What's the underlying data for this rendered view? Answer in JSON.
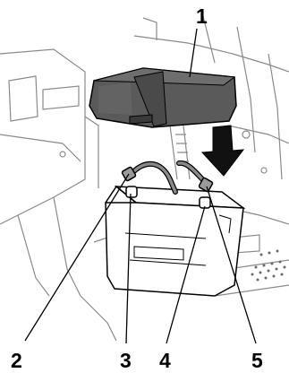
{
  "callouts": {
    "c1": "1",
    "c2": "2",
    "c3": "3",
    "c4": "4",
    "c5": "5"
  },
  "parts": {
    "battery_cover": "battery-cover",
    "battery": "battery",
    "positive_cable": "positive-cable",
    "negative_cable": "negative-cable",
    "install_arrow": "down-arrow-icon"
  },
  "colors": {
    "line": "#000000",
    "cover_fill": "#5a5a5a",
    "cover_dark": "#3a3a3a",
    "machine_line": "#7a7a7a",
    "arrow_fill": "#111111"
  }
}
